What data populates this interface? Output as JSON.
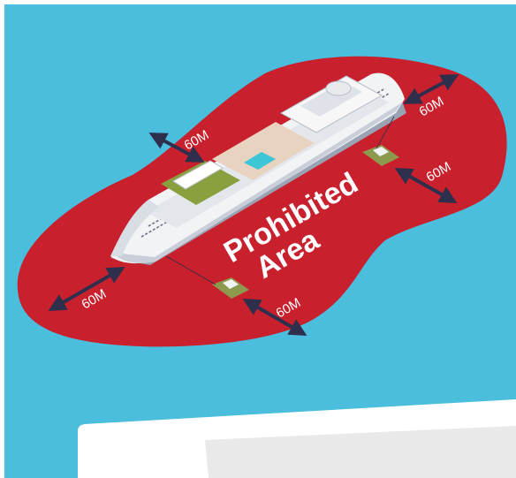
{
  "zone": {
    "title_line1": "Prohibited",
    "title_line2": "Area"
  },
  "distances": {
    "bow_left": "60M",
    "port_upper": "60M",
    "stern_upper": "60M",
    "stern_right": "60M",
    "starboard_lower": "60M"
  },
  "colors": {
    "sea": "#4bbedd",
    "zone": "#c8202d",
    "arrow": "#2e2f4d",
    "hull": "#f2f3f5",
    "deck_green": "#8aa03f",
    "pool": "#3fc6d6",
    "tug": "#8d9a4e",
    "panel": "#ffffff",
    "panel_inner": "#e9e9ea"
  }
}
